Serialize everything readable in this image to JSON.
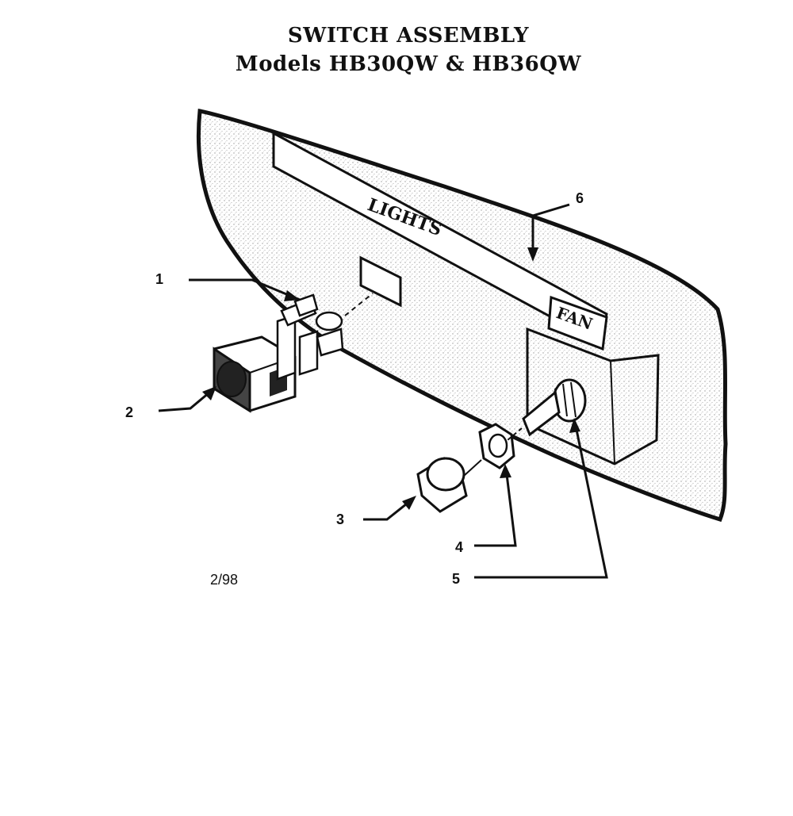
{
  "title": "SWITCH ASSEMBLY",
  "subtitle": "Models HB30QW & HB36QW",
  "panel_labels": {
    "lights": "LIGHTS",
    "fan": "FAN"
  },
  "callouts": {
    "c1": "1",
    "c2": "2",
    "c3": "3",
    "c4": "4",
    "c5": "5",
    "c6": "6"
  },
  "date_code": "2/98",
  "colors": {
    "ink": "#111111",
    "paper": "#ffffff",
    "stipple": "#bdbdbd"
  }
}
